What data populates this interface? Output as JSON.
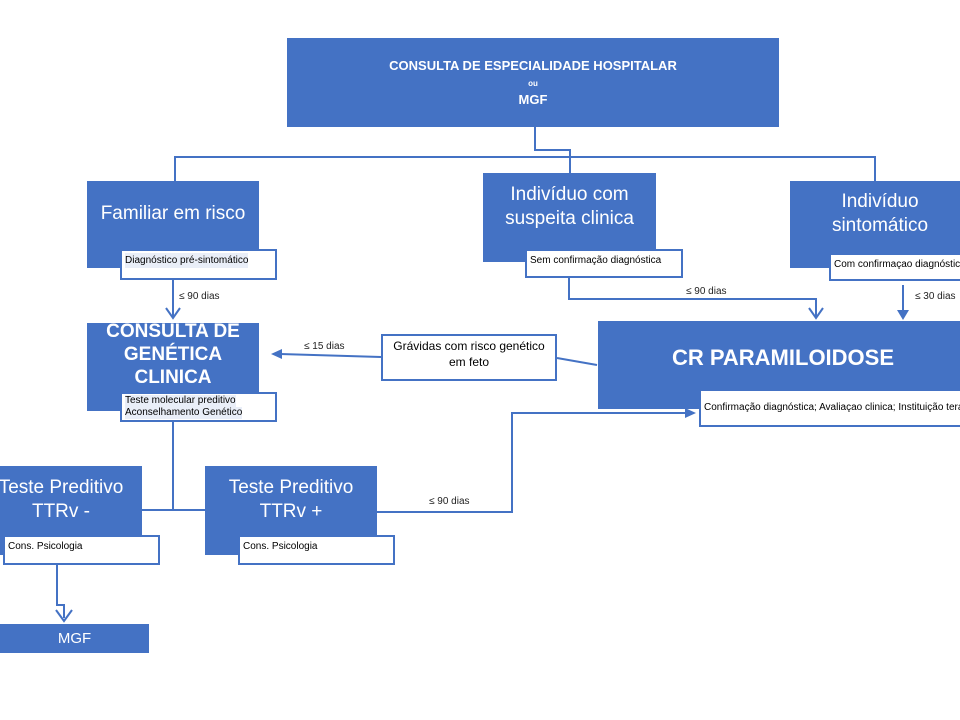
{
  "colors": {
    "box": "#4472C4",
    "line": "#4472C4"
  },
  "top": {
    "line1": "CONSULTA DE ESPECIALIDADE HOSPITALAR",
    "line2": "ou",
    "line3": "MGF"
  },
  "familiar": {
    "title": "Familiar em risco",
    "sub": "Diagnóstico pré-sintomático"
  },
  "suspeita": {
    "title": "Indivíduo com suspeita clinica",
    "sub": "Sem confirmação diagnóstica"
  },
  "sintomatico": {
    "title": "Indivíduo sintomático",
    "sub": "Com confirmaçao diagnóstica"
  },
  "genetica": {
    "title": "CONSULTA DE GENÉTICA CLINICA",
    "sub1": "Teste molecular preditivo",
    "sub2": "Aconselhamento Genético"
  },
  "gravidas": {
    "text": "Grávidas com risco genético em feto"
  },
  "paramiloidose": {
    "title": "CR PARAMILOIDOSE",
    "sub": "Confirmação diagnóstica; Avaliaçao clinica; Instituição tera"
  },
  "teste_neg": {
    "title": "Teste Preditivo TTRv -",
    "sub": "Cons. Psicologia"
  },
  "teste_pos": {
    "title": "Teste Preditivo TTRv +",
    "sub": "Cons. Psicologia"
  },
  "mgf": {
    "title": "MGF"
  },
  "labels": {
    "familiar_to_genetica": "≤ 90 dias",
    "suspeita_to_cr": "≤ 90 dias",
    "sintomatico_to_cr": "≤ 30 dias",
    "gravidas_to_genetica": "≤ 15 dias",
    "teste_pos_to_cr": "≤ 90 dias"
  }
}
